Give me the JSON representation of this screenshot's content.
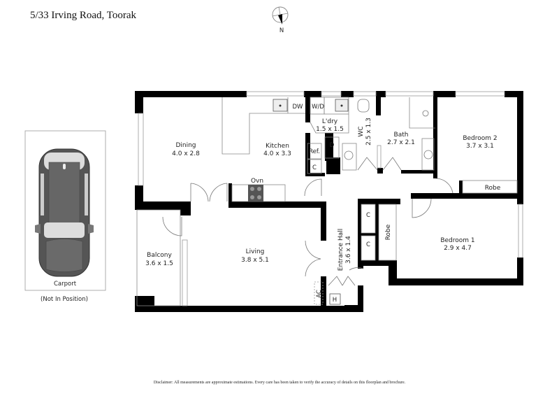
{
  "header": {
    "address": "5/33 Irving Road, Toorak",
    "compass_label": "N",
    "compass_icon": "north-arrow-icon"
  },
  "rooms": {
    "dining": {
      "name": "Dining",
      "dims": "4.0 x 2.8"
    },
    "kitchen": {
      "name": "Kitchen",
      "dims": "4.0 x 3.3"
    },
    "laundry": {
      "name": "L'dry",
      "dims": "1.5 x 1.5"
    },
    "wc": {
      "name": "WC",
      "dims": "2.5 x 1.3"
    },
    "bath": {
      "name": "Bath",
      "dims": "2.7 x 2.1"
    },
    "bedroom2": {
      "name": "Bedroom 2",
      "dims": "3.7 x 3.1"
    },
    "bedroom1": {
      "name": "Bedroom 1",
      "dims": "2.9 x 4.7"
    },
    "living": {
      "name": "Living",
      "dims": "3.8 x 5.1"
    },
    "balcony": {
      "name": "Balcony",
      "dims": "3.6 x 1.5"
    },
    "entrance_hall": {
      "name": "Entrance Hall",
      "dims": "3.6 x 1.4"
    }
  },
  "fixtures": {
    "dishwasher": "DW",
    "washer_dryer": "W/D",
    "refrigerator": "Ref.",
    "dryer": "D",
    "cupboard": "C",
    "oven": "Ovn",
    "robe": "Robe",
    "air_conditioner": "AC",
    "heater": "H"
  },
  "carport": {
    "label": "Carport",
    "note": "(Not In Position)"
  },
  "footer": {
    "disclaimer": "Disclaimer: All measurements are approximate estimations. Every care has been taken to verify the accuracy of details on this floorplan and brochure."
  }
}
